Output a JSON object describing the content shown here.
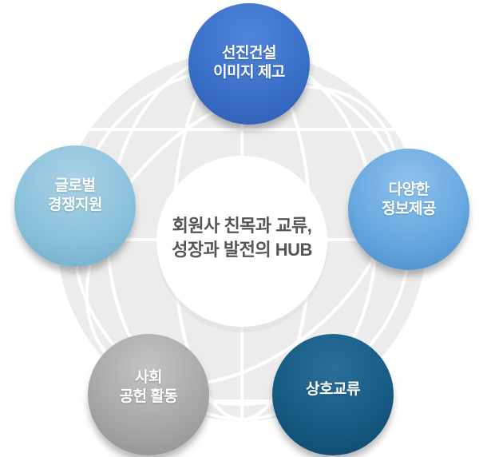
{
  "diagram": {
    "center": {
      "line1": "회원사 친목과 교류,",
      "line2": "성장과 발전의 HUB",
      "text_color": "#555555"
    },
    "nodes": [
      {
        "key": "advanced-construction-image",
        "line1": "선진건설",
        "line2": "이미지 제고",
        "color": "#3b72c9",
        "position": "top"
      },
      {
        "key": "global-competition-support",
        "line1": "글로벌",
        "line2": "경쟁지원",
        "color": "#8cc3dd",
        "position": "left"
      },
      {
        "key": "diverse-information-provision",
        "line1": "다양한",
        "line2": "정보제공",
        "color": "#68a8e0",
        "position": "right"
      },
      {
        "key": "social-contribution-activity",
        "line1": "사회",
        "line2": "공헌 활동",
        "color": "#a6a6a6",
        "position": "bottom-left"
      },
      {
        "key": "mutual-exchange",
        "line1": "상호교류",
        "line2": "",
        "color": "#155a82",
        "position": "bottom-right"
      }
    ],
    "background": {
      "globe_color": "#ececec",
      "grid_line_color": "#ffffff"
    }
  }
}
